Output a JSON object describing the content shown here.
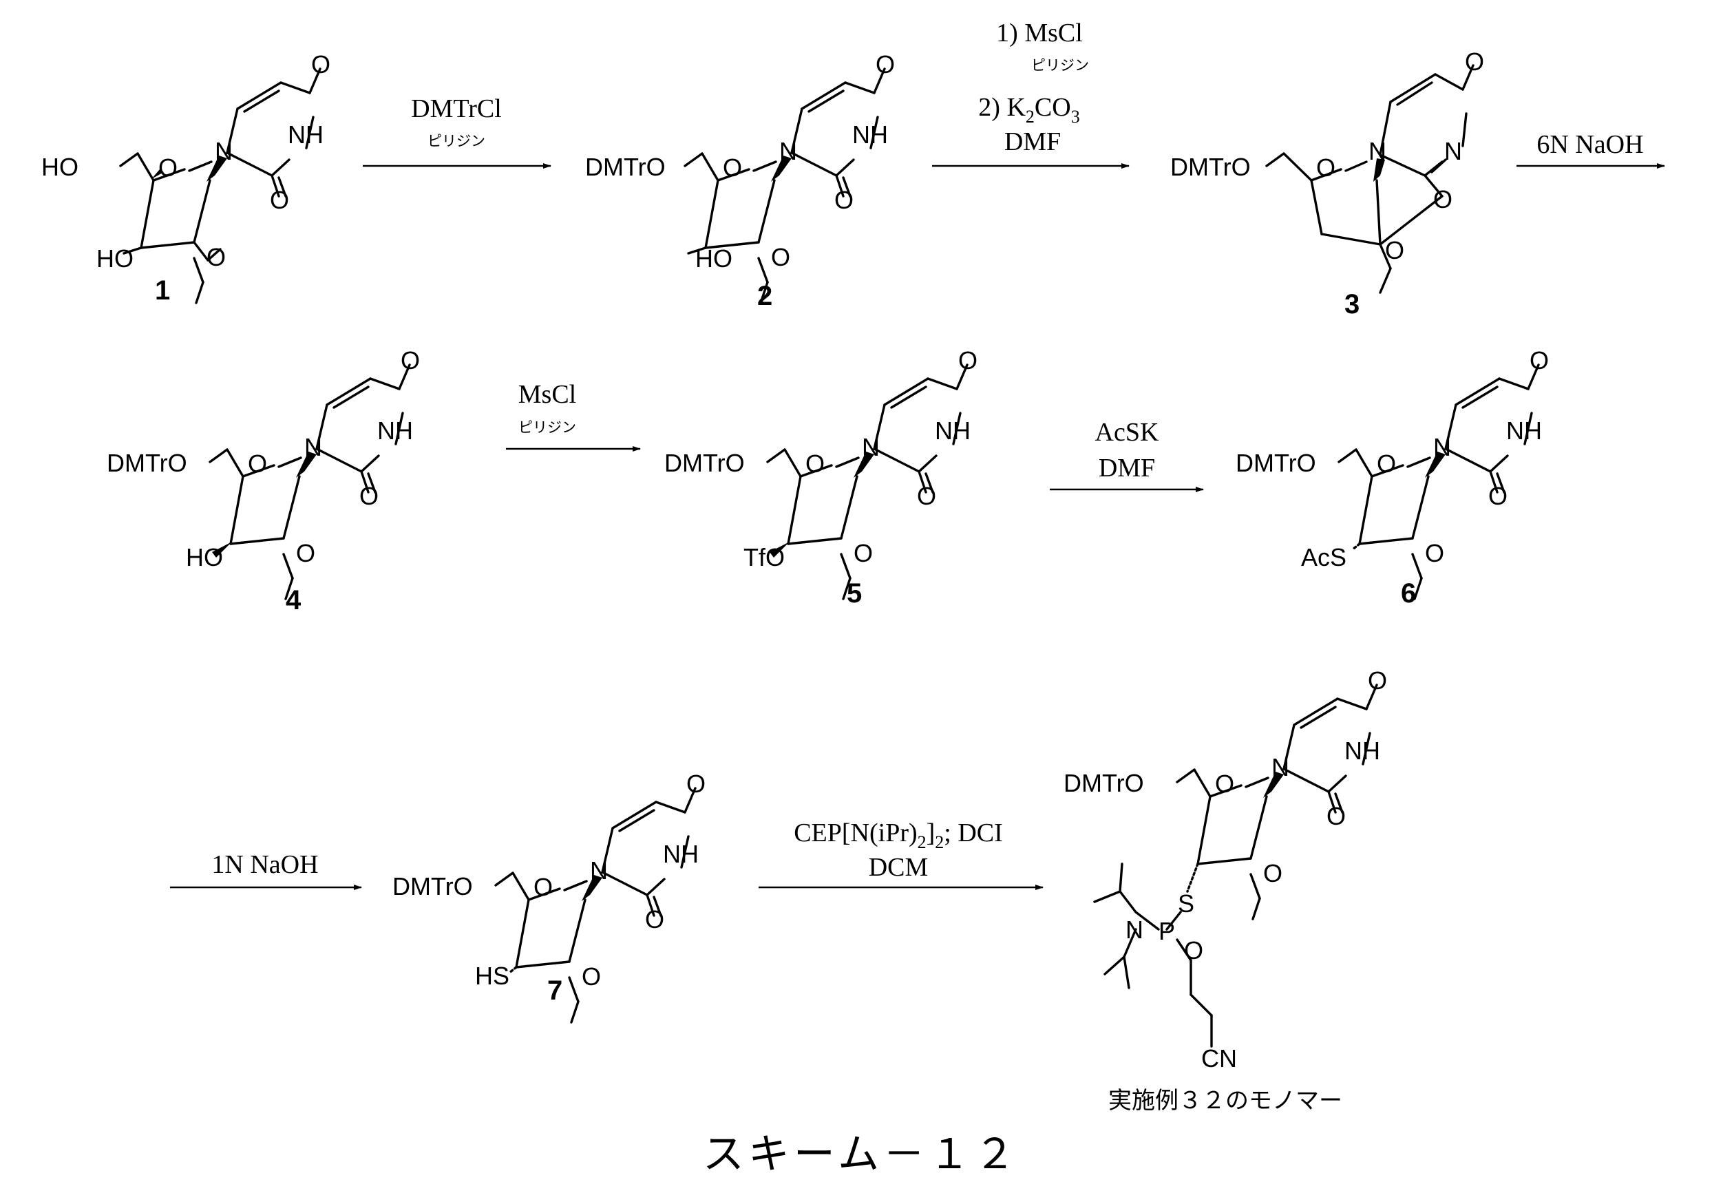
{
  "scheme_title": "スキーム－１２",
  "reagents": {
    "r1": {
      "line1": "DMTrCl",
      "sub": "ピリジン"
    },
    "r2": {
      "line1": "1) MsCl",
      "sub": "ピリジン",
      "line2_pre": "2) K",
      "line2_sub1": "2",
      "line2_mid": "CO",
      "line2_sub2": "3",
      "line3": "DMF"
    },
    "r3": {
      "line1": "6N NaOH"
    },
    "r4": {
      "line1": "MsCl",
      "sub": "ピリジン"
    },
    "r5": {
      "line1": "AcSK",
      "line2": "DMF"
    },
    "r6": {
      "line1": "1N NaOH"
    },
    "r7": {
      "line1_pre": "CEP[N(iPr)",
      "line1_sub1": "2",
      "line1_mid": "]",
      "line1_sub2": "2",
      "line1_post": "; DCI",
      "line2": "DCM"
    }
  },
  "compounds": [
    {
      "id": "c1",
      "number": "1",
      "sub5": "HO",
      "sub3": "HO"
    },
    {
      "id": "c2",
      "number": "2",
      "sub5": "DMTrO",
      "sub3": "HO"
    },
    {
      "id": "c3",
      "number": "3",
      "sub5": "DMTrO"
    },
    {
      "id": "c4",
      "number": "4",
      "sub5": "DMTrO",
      "sub3": "HO"
    },
    {
      "id": "c5",
      "number": "5",
      "sub5": "DMTrO",
      "sub3": "TfO"
    },
    {
      "id": "c6",
      "number": "6",
      "sub5": "DMTrO",
      "sub3": "AcS"
    },
    {
      "id": "c7",
      "number": "7",
      "sub5": "DMTrO",
      "sub3": "HS"
    },
    {
      "id": "c8",
      "number": "",
      "sub5": "DMTrO",
      "sub3": "S"
    }
  ],
  "atoms": {
    "O": "O",
    "N": "N",
    "NH": "NH",
    "P": "P",
    "CN": "CN",
    "S": "S"
  },
  "final_caption": "実施例３２のモノマー"
}
